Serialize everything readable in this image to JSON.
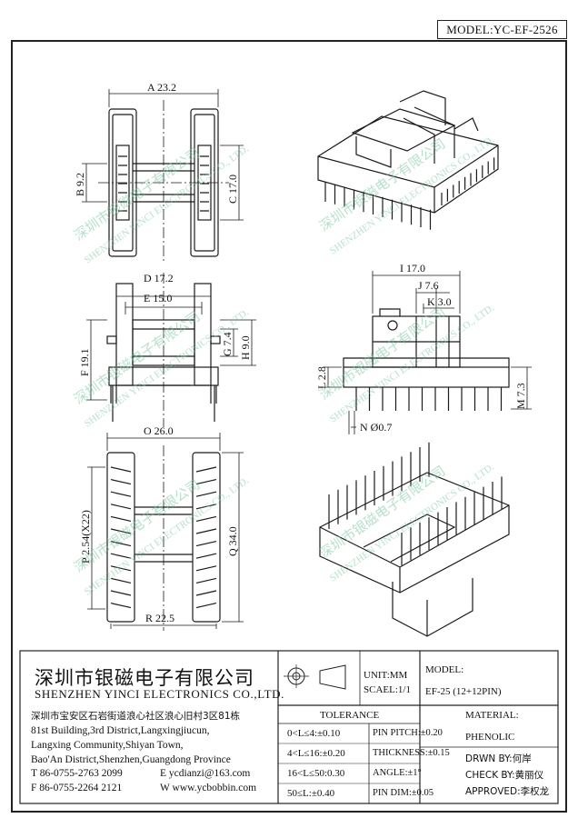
{
  "model_label": "MODEL:YC-EF-2526",
  "dimensions": {
    "A": "A 23.2",
    "B": "B 9.2",
    "C": "C 17.0",
    "D": "D 17.2",
    "E": "E 15.0",
    "F": "F 19.1",
    "G": "G 7.4",
    "H": "H 9.0",
    "I": "I 17.0",
    "J": "J 7.6",
    "K": "K 3.0",
    "L": "L 2.8",
    "M": "M 7.3",
    "N": "N Ø0.7",
    "O": "O 26.0",
    "P": "P 2.54(X22)",
    "Q": "Q 34.0",
    "R": "R 22.5"
  },
  "watermark": {
    "cn": "深圳市银磁电子有限公司",
    "en": "SHENZHEN YINCI ELECTRONICS CO., LTD."
  },
  "title_block": {
    "company_cn": "深圳市银磁电子有限公司",
    "company_en": "SHENZHEN YINCI ELECTRONICS CO.,LTD.",
    "address_cn": "深圳市宝安区石岩街道浪心社区浪心旧村3区81栋",
    "address_en": [
      "81st Building,3rd District,Langxingjiucun,",
      "Langxing Community,Shiyan Town,",
      "Bao'An District,Shenzhen,Guangdong Province"
    ],
    "tel": "T 86-0755-2763 2099",
    "email": "E ycdianzi@163.com",
    "fax": "F 86-0755-2264 2121",
    "web": "W www.ycbobbin.com",
    "unit": "UNIT:MM",
    "scale": "SCAEL:1/1",
    "model_title": "MODEL:",
    "model_value": "EF-25 (12+12PIN)",
    "tolerance_title": "TOLERANCE",
    "tol_left": [
      "0<L≤4:±0.10",
      "4<L≤16:±0.20",
      "16<L≤50:0.30",
      "50≤L:±0.40"
    ],
    "tol_right": [
      "PIN PITCH:±0.20",
      "THICKNESS:±0.15",
      "ANGLE:±1°",
      "PIN DIM:±0.05"
    ],
    "material_title": "MATERIAL:",
    "material_value": "PHENOLIC",
    "drawn_by": "DRWN BY:何岸",
    "check_by": "CHECK BY:黄丽仪",
    "approved": "APPROVED:李权龙"
  }
}
